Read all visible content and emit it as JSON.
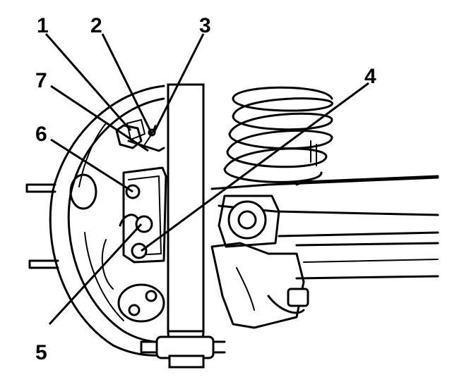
{
  "figure": {
    "callouts": [
      {
        "id": "1",
        "label": "1"
      },
      {
        "id": "2",
        "label": "2"
      },
      {
        "id": "3",
        "label": "3"
      },
      {
        "id": "4",
        "label": "4"
      },
      {
        "id": "5",
        "label": "5"
      },
      {
        "id": "6",
        "label": "6"
      },
      {
        "id": "7",
        "label": "7"
      }
    ]
  },
  "colors": {
    "ink": "#000000",
    "paper": "#ffffff"
  }
}
